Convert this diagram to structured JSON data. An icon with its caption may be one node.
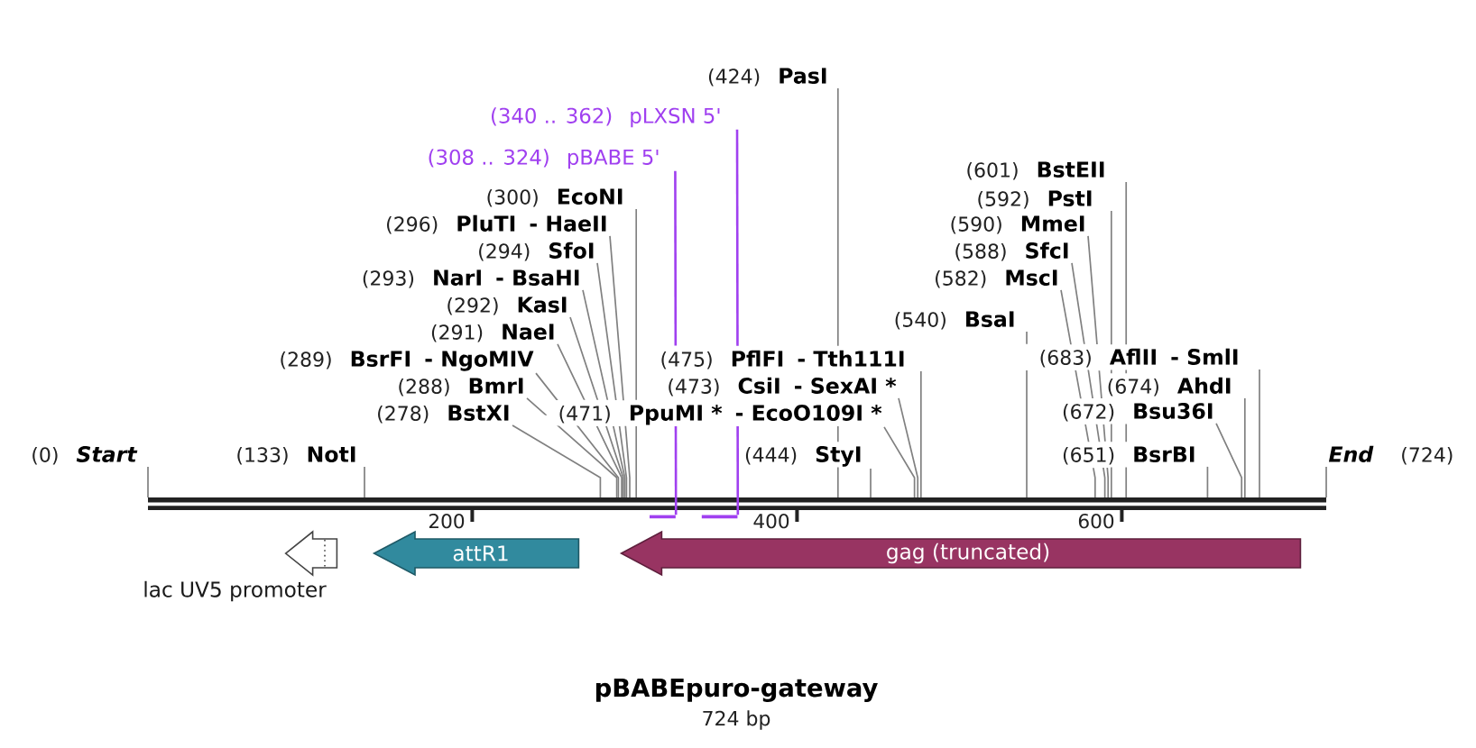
{
  "diagram": {
    "title": "pBABEpuro-gateway",
    "caption": "724 bp",
    "nodes": [
      {
        "text": [
          "(424)",
          "PasI"
        ]
      },
      {
        "text": [
          "(340 .. 362)",
          "pLXSN 5'"
        ]
      },
      {
        "text": [
          "(308 .. 324)",
          "pBABE 5'"
        ]
      },
      {
        "text": [
          "(601)",
          "BstEII"
        ]
      },
      {
        "text": [
          "(300)",
          "EcoNI"
        ]
      },
      {
        "text": [
          "(592)",
          "PstI"
        ]
      },
      {
        "text": [
          "(296)",
          "PluTI",
          "- HaeII"
        ]
      },
      {
        "text": [
          "(590)",
          "MmeI"
        ]
      },
      {
        "text": [
          "(294)",
          "SfoI"
        ]
      },
      {
        "text": [
          "(588)",
          "SfcI"
        ]
      },
      {
        "text": [
          "(293)",
          "NarI",
          "- BsaHI"
        ]
      },
      {
        "text": [
          "(582)",
          "MscI"
        ]
      },
      {
        "text": [
          "(292)",
          "KasI"
        ]
      },
      {
        "text": [
          "(540)",
          "BsaI"
        ]
      },
      {
        "text": [
          "(291)",
          "NaeI"
        ]
      },
      {
        "text": [
          "(289)",
          "BsrFI",
          "- NgoMIV"
        ]
      },
      {
        "text": [
          "(475)",
          "PflFI",
          "- Tth111I"
        ]
      },
      {
        "text": [
          "(683)",
          "AflII",
          "- SmlI"
        ]
      },
      {
        "text": [
          "(288)",
          "BmrI"
        ]
      },
      {
        "text": [
          "(473)",
          "CsiI",
          "- SexAI *"
        ]
      },
      {
        "text": [
          "(674)",
          "AhdI"
        ]
      },
      {
        "text": [
          "(278)",
          "BstXI"
        ]
      },
      {
        "text": [
          "(471)",
          "PpuMI *",
          "- EcoO109I *"
        ]
      },
      {
        "text": [
          "(672)",
          "Bsu36I"
        ]
      },
      {
        "text": [
          "(0)",
          "Start"
        ]
      },
      {
        "text": [
          "(133)",
          "NotI"
        ]
      },
      {
        "text": [
          "(444)",
          "StyI"
        ]
      },
      {
        "text": [
          "(651)",
          "BsrBI"
        ]
      },
      {
        "text": [
          "End",
          "(724)"
        ]
      },
      {
        "text": [],
        "shape": "bar"
      },
      {
        "text": [],
        "shape": "bar"
      },
      {
        "text": [],
        "shape": "bar"
      },
      {
        "text": [
          "lac UV5 promoter"
        ]
      },
      {
        "text": [
          "attR1"
        ]
      },
      {
        "text": [
          "gag (truncated)"
        ]
      }
    ],
    "edges": [
      {
        "from": 0,
        "to": 29,
        "arrow": "none"
      },
      {
        "from": 1,
        "to": 31,
        "arrow": "none",
        "color": "#a040f0"
      },
      {
        "from": 2,
        "to": 30,
        "arrow": "none",
        "color": "#a040f0"
      },
      {
        "from": 3,
        "to": 29,
        "arrow": "none"
      },
      {
        "from": 4,
        "to": 29,
        "arrow": "none"
      },
      {
        "from": 5,
        "to": 29,
        "arrow": "none"
      },
      {
        "from": 6,
        "to": 29,
        "arrow": "none"
      },
      {
        "from": 7,
        "to": 29,
        "arrow": "none"
      },
      {
        "from": 8,
        "to": 29,
        "arrow": "none"
      },
      {
        "from": 9,
        "to": 29,
        "arrow": "none"
      },
      {
        "from": 10,
        "to": 29,
        "arrow": "none"
      },
      {
        "from": 11,
        "to": 29,
        "arrow": "none"
      },
      {
        "from": 12,
        "to": 29,
        "arrow": "none"
      },
      {
        "from": 13,
        "to": 29,
        "arrow": "none"
      },
      {
        "from": 14,
        "to": 29,
        "arrow": "none"
      },
      {
        "from": 15,
        "to": 29,
        "arrow": "none"
      },
      {
        "from": 16,
        "to": 29,
        "arrow": "none"
      },
      {
        "from": 17,
        "to": 29,
        "arrow": "none"
      },
      {
        "from": 18,
        "to": 29,
        "arrow": "none"
      },
      {
        "from": 19,
        "to": 29,
        "arrow": "none"
      },
      {
        "from": 20,
        "to": 29,
        "arrow": "none"
      },
      {
        "from": 21,
        "to": 29,
        "arrow": "none"
      },
      {
        "from": 22,
        "to": 29,
        "arrow": "none"
      },
      {
        "from": 23,
        "to": 29,
        "arrow": "none"
      },
      {
        "from": 24,
        "to": 29,
        "arrow": "none"
      },
      {
        "from": 25,
        "to": 29,
        "arrow": "none"
      },
      {
        "from": 26,
        "to": 29,
        "arrow": "none"
      },
      {
        "from": 27,
        "to": 29,
        "arrow": "none"
      },
      {
        "from": 28,
        "to": 29,
        "arrow": "none"
      }
    ],
    "labels": [
      "200",
      "400",
      "600"
    ]
  }
}
